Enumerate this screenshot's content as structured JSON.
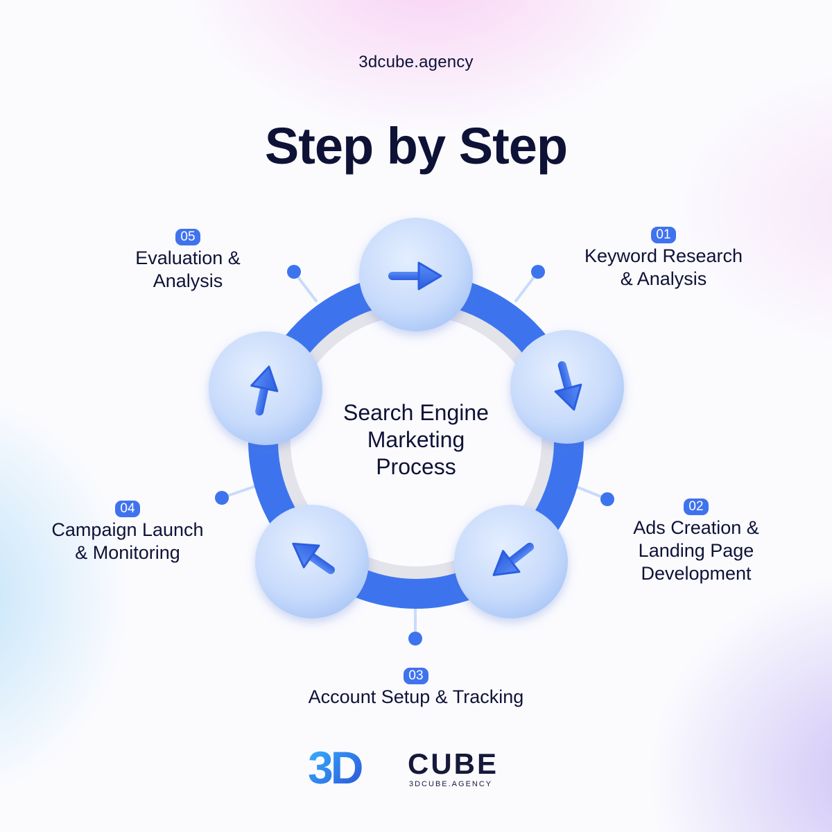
{
  "header": {
    "site": "3dcube.agency",
    "title": "Step by Step"
  },
  "center": {
    "text": "Search Engine\nMarketing\nProcess"
  },
  "steps": [
    {
      "number": "01",
      "label": "Keyword Research\n& Analysis",
      "arrow": "arrow-down-icon"
    },
    {
      "number": "02",
      "label": "Ads Creation &\nLanding Page\nDevelopment",
      "arrow": "arrow-down-left-icon"
    },
    {
      "number": "03",
      "label": "Account Setup & Tracking",
      "arrow": "arrow-up-left-icon"
    },
    {
      "number": "04",
      "label": "Campaign Launch\n& Monitoring",
      "arrow": "arrow-up-icon"
    },
    {
      "number": "05",
      "label": "Evaluation &\nAnalysis",
      "arrow": "arrow-right-icon"
    }
  ],
  "logo": {
    "mark": "3D",
    "word": "CUBE",
    "tagline": "3DCUBE.AGENCY"
  },
  "colors": {
    "ring": "#3d74ee",
    "inner_ring": "#e3e3ea",
    "node": "#c9dcfb",
    "arrow": "#3a6fe9",
    "badge": "#3f73ee",
    "text": "#0e1236"
  }
}
